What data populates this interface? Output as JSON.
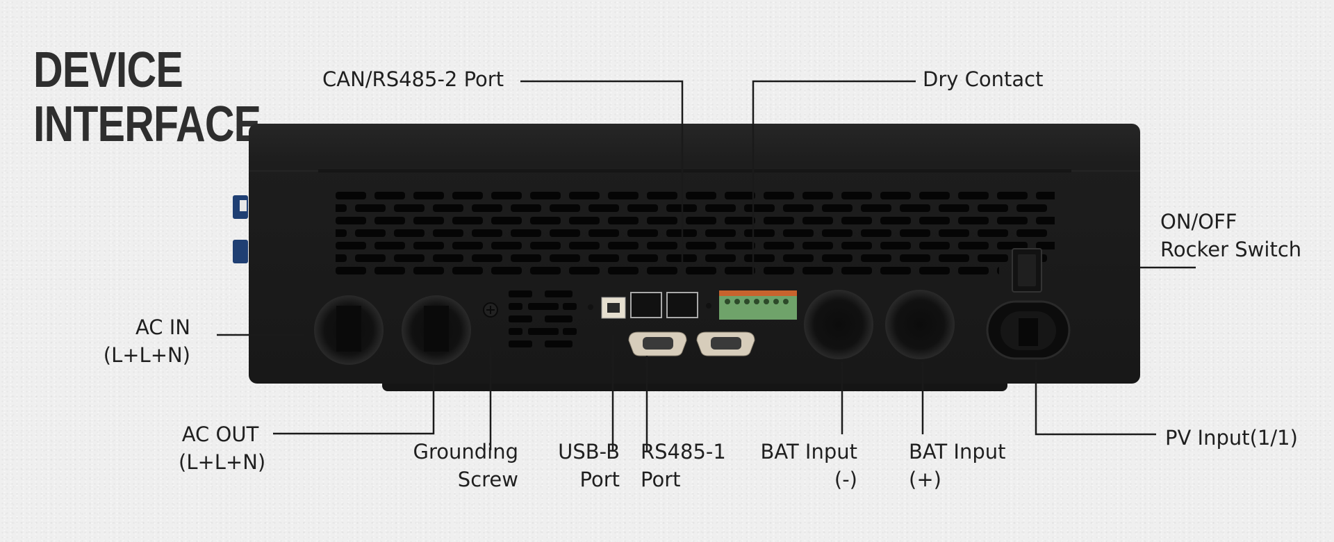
{
  "title": {
    "line1": "DEVICE",
    "line2": "INTERFACE"
  },
  "labels": {
    "can_port": "CAN/RS485-2 Port",
    "dry_contact": "Dry Contact",
    "on_off_1": "ON/OFF",
    "on_off_2": "Rocker Switch",
    "ac_in_1": "AC IN",
    "ac_in_2": "(L+L+N)",
    "ac_out_1": "AC OUT",
    "ac_out_2": "(L+L+N)",
    "grounding_1": "Grounding",
    "grounding_2": "Screw",
    "usb_1": "USB-B",
    "usb_2": "Port",
    "rs485_1": "RS485-1",
    "rs485_2": "Port",
    "bat_neg_1": "BAT Input",
    "bat_neg_2": "(-)",
    "bat_pos_1": "BAT Input",
    "bat_pos_2": "(+)",
    "pv_input": "PV Input(1/1)"
  },
  "colors": {
    "device_body": "#1c1c1c",
    "terminal_block": "#6fa36a",
    "terminal_pins": "#c8632d",
    "side_connector": "#1f3f73",
    "leader_line": "#1a1a1a"
  }
}
